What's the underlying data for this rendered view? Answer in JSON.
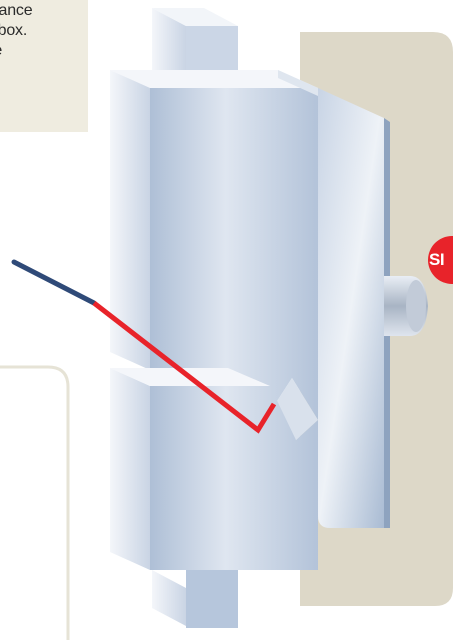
{
  "note_top": {
    "line1": "earance",
    "line2": "ep box.",
    "line3": "uge"
  },
  "badge": {
    "label": "SI",
    "color": "#e8232a"
  },
  "colors": {
    "backing_plate": "#ddd8c8",
    "callout_box_border": "#e6e3d6",
    "cut_line_blue": "#2f4a78",
    "cut_line_red": "#e8232a",
    "steel_light": "#e8edf4",
    "steel_mid": "#b9c7db",
    "steel_dark": "#9aaec8"
  }
}
